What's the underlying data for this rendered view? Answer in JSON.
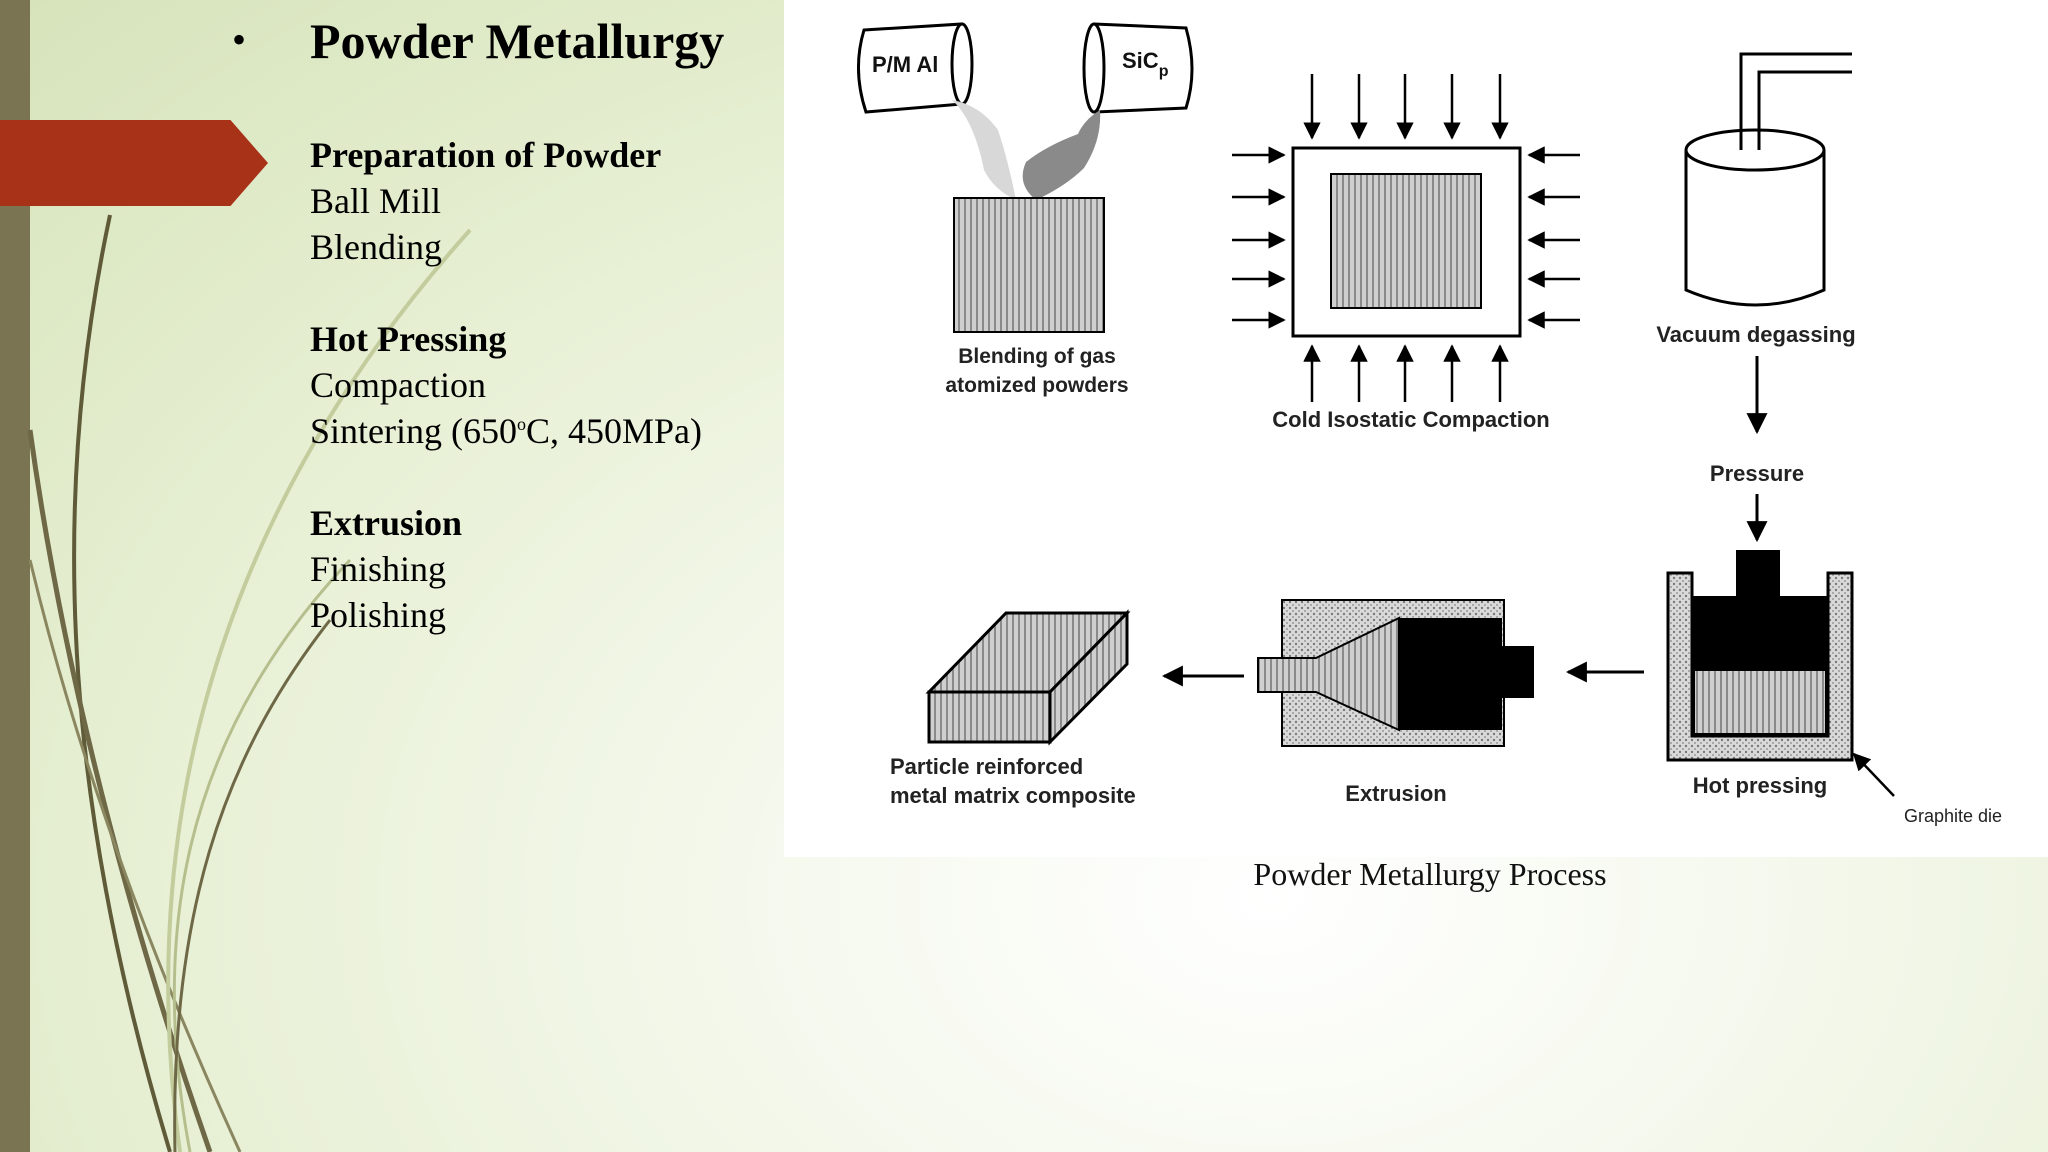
{
  "slide": {
    "title_bullet": "•",
    "title": "Powder Metallurgy",
    "groups": [
      {
        "title": "Preparation of Powder",
        "items": [
          "Ball Mill",
          "Blending"
        ]
      },
      {
        "title": "Hot Pressing",
        "items": [
          "Compaction"
        ]
      },
      {
        "title": "Extrusion",
        "items": [
          "Finishing",
          "Polishing"
        ]
      }
    ],
    "sintering": {
      "pre": "Sintering (650",
      "sup": "o",
      "post": "C, 450MPa)"
    },
    "caption": "Powder Metallurgy Process"
  },
  "diagram": {
    "can_left": "P/M Al",
    "can_right_main": "SiC",
    "can_right_sub": "p",
    "blend_label_1": "Blending of gas",
    "blend_label_2": "atomized powders",
    "cold_label": "Cold Isostatic Compaction",
    "vacuum_label": "Vacuum degassing",
    "pressure_label": "Pressure",
    "hot_label": "Hot pressing",
    "graphite_label": "Graphite die",
    "extrusion_label": "Extrusion",
    "product_label_1": "Particle reinforced",
    "product_label_2": "metal matrix composite"
  },
  "colors": {
    "ribbon": "#a83218",
    "left_bar": "#7a7452",
    "background": "#e6efd2"
  }
}
